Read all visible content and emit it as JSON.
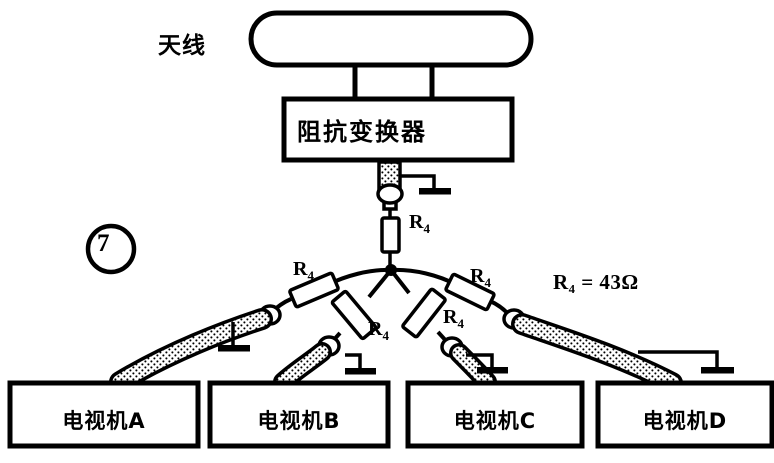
{
  "figure": {
    "number": "⑦",
    "number_plain": "7"
  },
  "antenna": {
    "label": "天线",
    "icon": "folded-dipole-antenna-icon"
  },
  "transformer": {
    "label": "阻抗变换器",
    "output_icon": "coaxial-connector-icon",
    "ground_icon": "ground-icon"
  },
  "resistors": {
    "main": "R₄",
    "branch_left": "R₄",
    "branch_inner_left": "R₄",
    "branch_inner_right": "R₄",
    "branch_right": "R₄",
    "value_annotation": "R₄ = 43Ω",
    "symbol": "resistor-icon"
  },
  "junction": {
    "icon": "star-junction-node-icon"
  },
  "cables": {
    "icon": "coaxial-cable-icon",
    "count": 4
  },
  "grounds": {
    "icon": "ground-icon",
    "count": 5
  },
  "tv_sets": [
    {
      "label": "电视机A",
      "name": "tv-set-a"
    },
    {
      "label": "电视机B",
      "name": "tv-set-b"
    },
    {
      "label": "电视机C",
      "name": "tv-set-c"
    },
    {
      "label": "电视机D",
      "name": "tv-set-d"
    }
  ],
  "colors": {
    "ink": "#000000",
    "background": "#ffffff"
  }
}
